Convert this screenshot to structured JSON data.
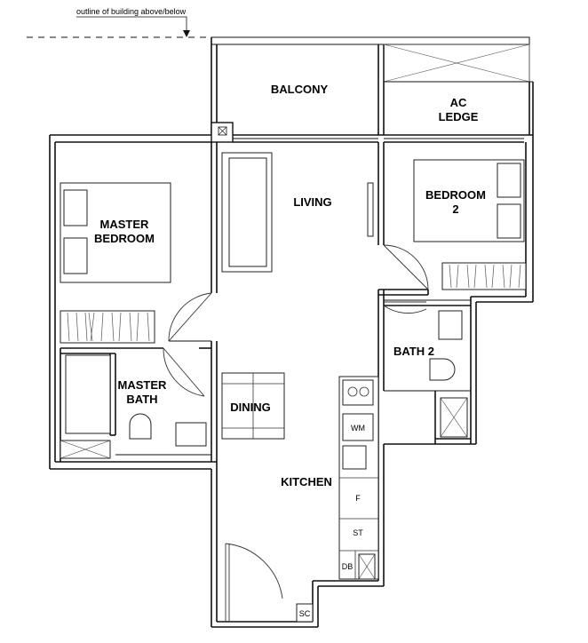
{
  "annotation": {
    "outline_note": "outline of building above/below"
  },
  "rooms": {
    "balcony": "BALCONY",
    "ac_ledge_line1": "AC",
    "ac_ledge_line2": "LEDGE",
    "living": "LIVING",
    "master_bedroom_line1": "MASTER",
    "master_bedroom_line2": "BEDROOM",
    "bedroom2_line1": "BEDROOM",
    "bedroom2_line2": "2",
    "master_bath_line1": "MASTER",
    "master_bath_line2": "BATH",
    "bath2": "BATH 2",
    "dining": "DINING",
    "kitchen": "KITCHEN"
  },
  "fixtures": {
    "washing_machine": "WM",
    "fridge": "F",
    "store": "ST",
    "db": "DB",
    "sc": "SC"
  }
}
